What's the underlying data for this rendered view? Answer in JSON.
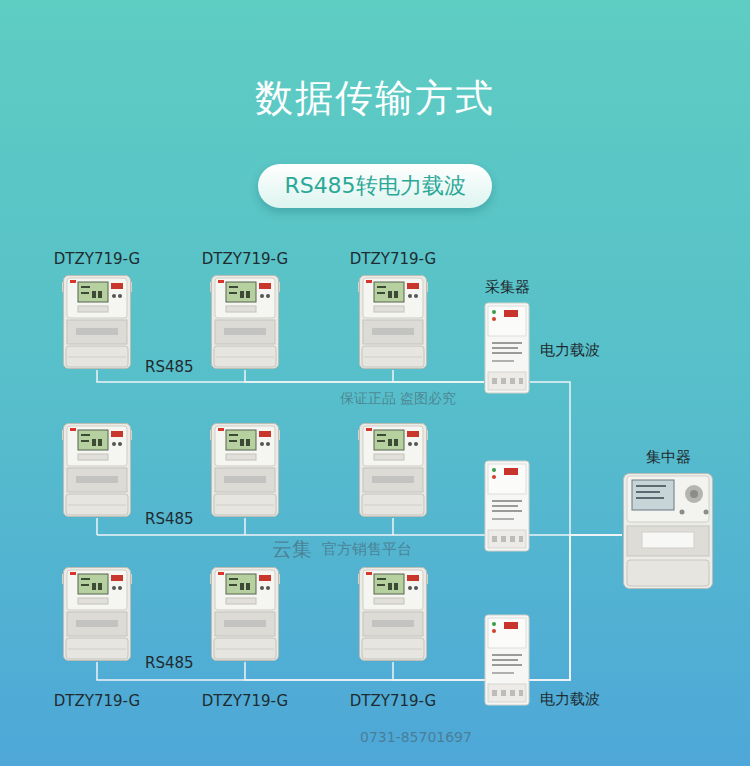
{
  "diagram": {
    "title": "数据传输方式",
    "nodes": [
      {
        "text": [
          "RS485转电力载波"
        ]
      },
      {
        "text": [
          "DTZY719-G"
        ]
      },
      {
        "text": [
          "DTZY719-G"
        ]
      },
      {
        "text": [
          "DTZY719-G"
        ]
      },
      {
        "text": [
          "采集器"
        ]
      },
      {
        "text": [
          "集中器"
        ]
      },
      {
        "text": [
          "DTZY719-G"
        ]
      },
      {
        "text": [
          "DTZY719-G"
        ]
      },
      {
        "text": [
          "DTZY719-G"
        ]
      }
    ],
    "edges": [
      {
        "from": 1,
        "to": 4,
        "arrow": "none"
      },
      {
        "from": 2,
        "to": 4,
        "arrow": "none"
      },
      {
        "from": 3,
        "to": 4,
        "arrow": "none"
      },
      {
        "from": 4,
        "to": 5,
        "arrow": "none"
      },
      {
        "from": 6,
        "to": 5,
        "arrow": "none"
      },
      {
        "from": 7,
        "to": 5,
        "arrow": "none"
      },
      {
        "from": 8,
        "to": 5,
        "arrow": "none"
      }
    ],
    "labels": [
      "RS485",
      "电力载波",
      "RS485",
      "RS485",
      "电力载波",
      "保证正品 盗图必究",
      "云集",
      "官方销售平台",
      "0731-85701697"
    ]
  }
}
